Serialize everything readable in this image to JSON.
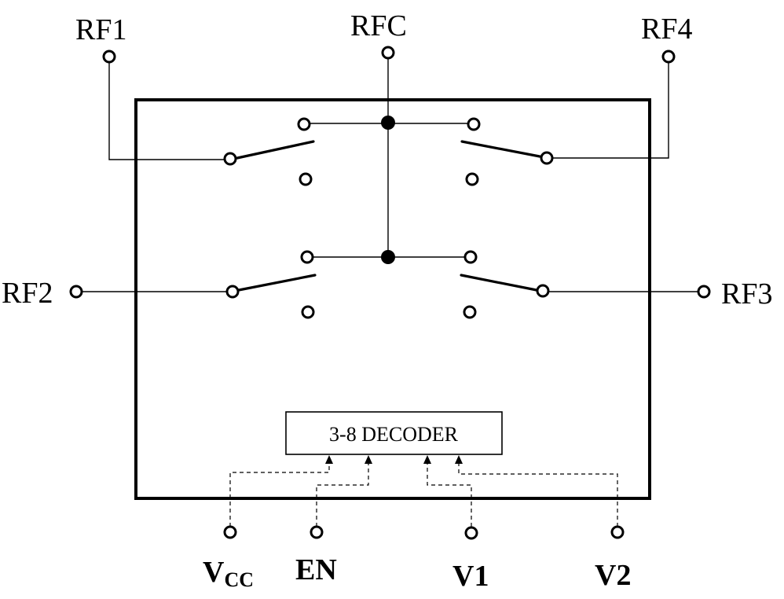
{
  "ports": {
    "rf1": "RF1",
    "rfc": "RFC",
    "rf4": "RF4",
    "rf2": "RF2",
    "rf3": "RF3"
  },
  "decoder": {
    "label": "3-8 DECODER"
  },
  "control_pins": {
    "vcc_main": "V",
    "vcc_sub": "CC",
    "en": "EN",
    "v1": "V1",
    "v2": "V2"
  }
}
